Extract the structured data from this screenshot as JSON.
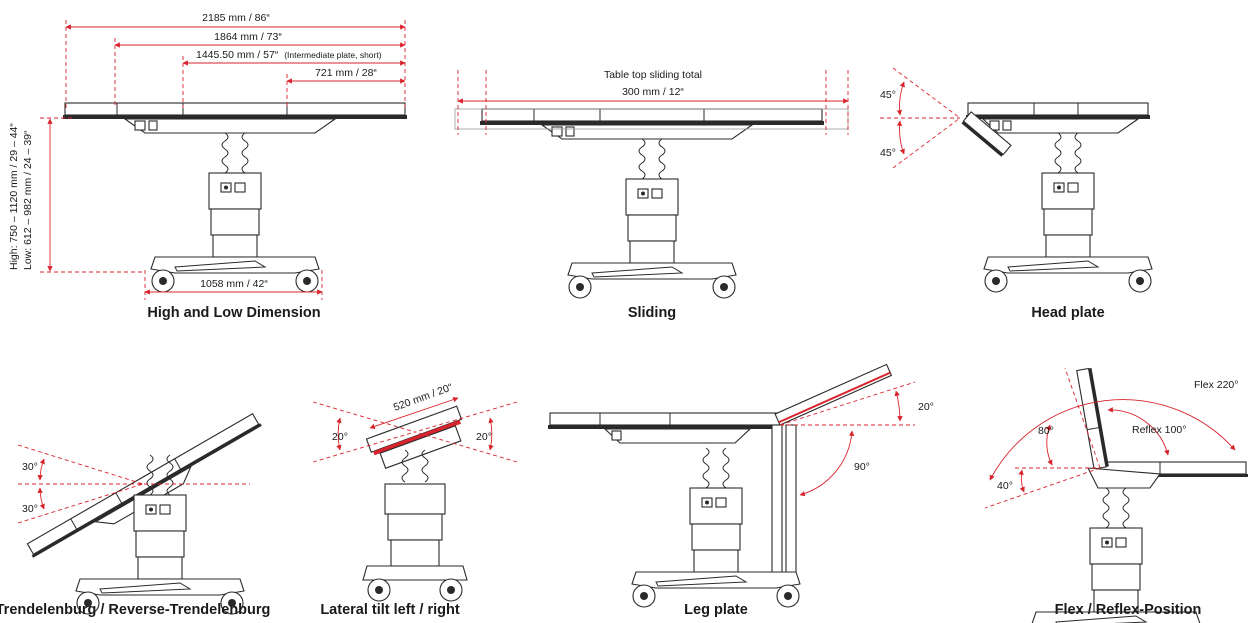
{
  "colors": {
    "accent": "#d9232d",
    "ink": "#1a1a1a",
    "background": "#ffffff"
  },
  "panels": {
    "high_low": {
      "caption": "High and Low Dimension",
      "dim_total": "2185 mm / 86“",
      "dim_1864": "1864 mm / 73“",
      "dim_1445_main": "1445.50 mm / 57“",
      "dim_1445_note": "(Intermediate plate, short)",
      "dim_721": "721 mm / 28“",
      "height_high": "High: 750 – 1120 mm / 29 – 44“",
      "height_low": "Low: 612 – 982 mm / 24 – 39“",
      "dim_base": "1058 mm / 42“"
    },
    "sliding": {
      "caption": "Sliding",
      "label_line1": "Table top sliding total",
      "label_line2": "300 mm / 12“"
    },
    "head_plate": {
      "caption": "Head plate",
      "angle_up": "45°",
      "angle_down": "45°"
    },
    "trendelenburg": {
      "caption": "Trendelenburg / Reverse-Trendelenburg",
      "angle_up": "30°",
      "angle_down": "30°"
    },
    "lateral_tilt": {
      "caption": "Lateral tilt left / right",
      "dim_width": "520 mm / 20“",
      "angle_left": "20°",
      "angle_right": "20°"
    },
    "leg_plate": {
      "caption": "Leg plate",
      "angle_up": "20°",
      "angle_down": "90°"
    },
    "flex_reflex": {
      "caption": "Flex / Reflex-Position",
      "flex": "Flex 220°",
      "reflex": "Reflex 100°",
      "angle_back": "80°",
      "angle_seat": "40°"
    }
  }
}
